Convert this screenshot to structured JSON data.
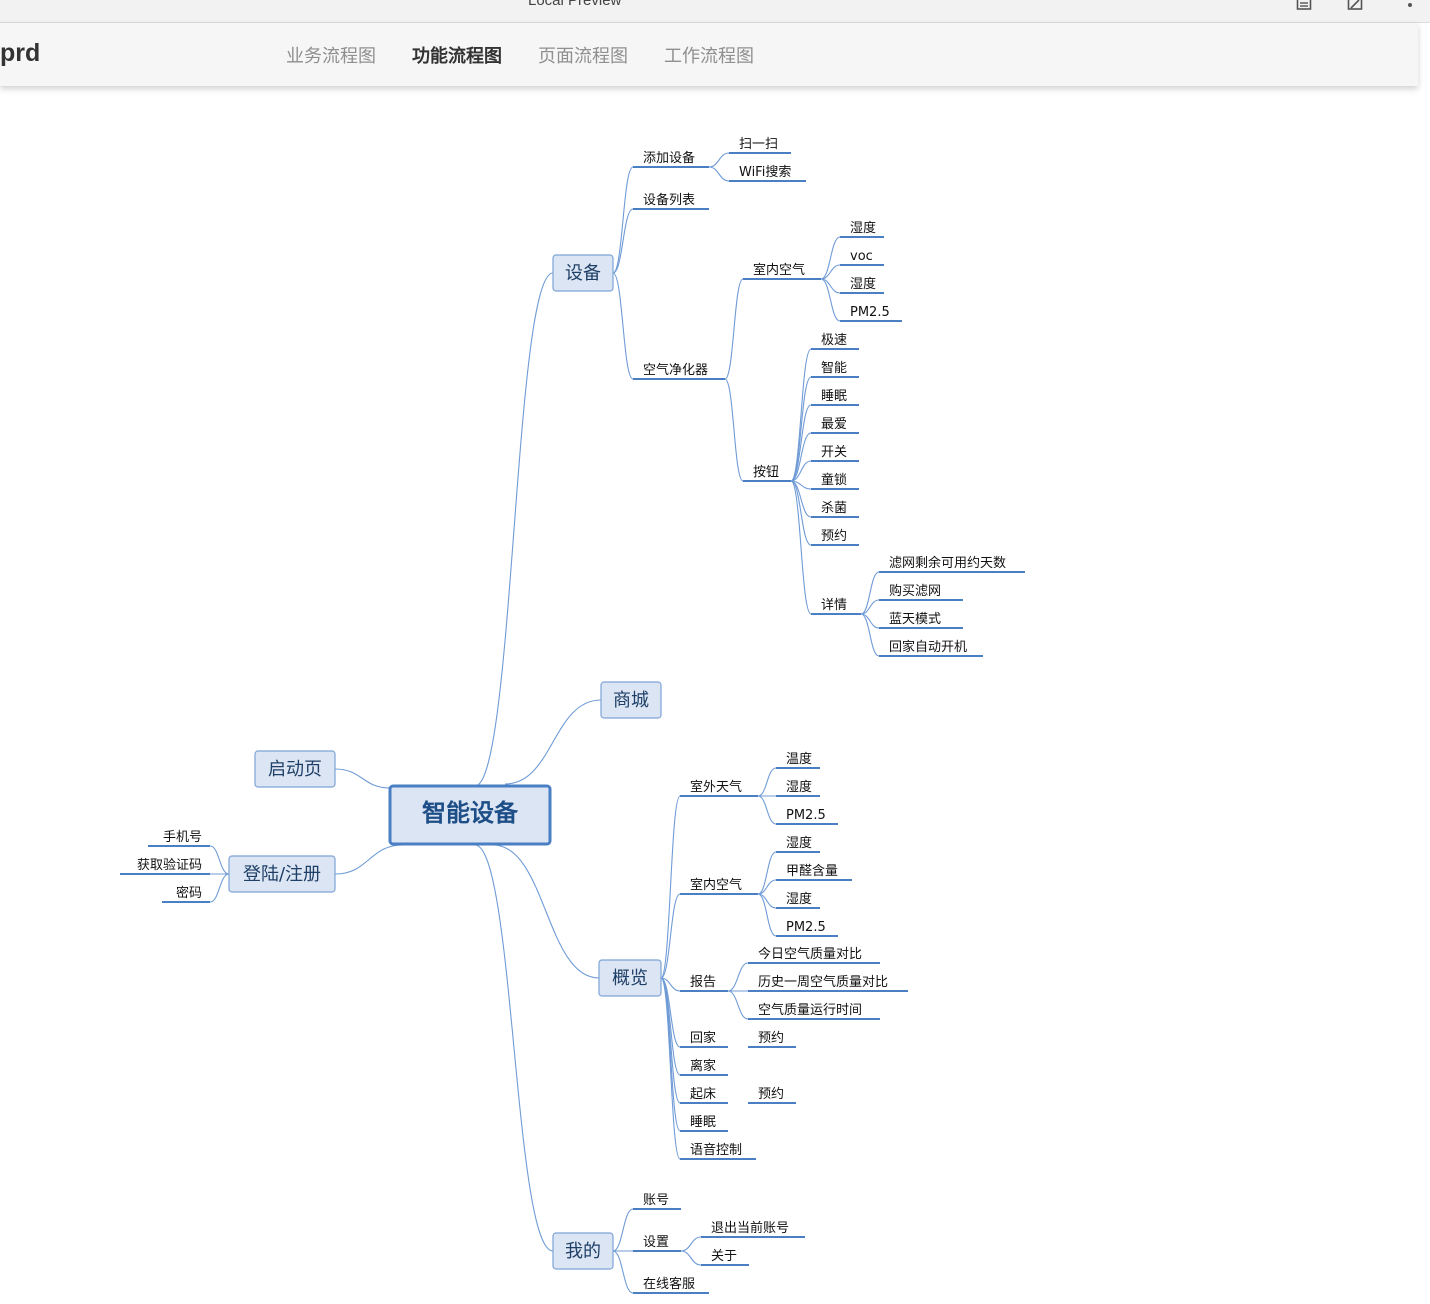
{
  "window": {
    "title": "Local Preview"
  },
  "window_icons": [
    "document-icon",
    "export-icon",
    "more-icon"
  ],
  "header": {
    "brand": "prd",
    "tabs": [
      {
        "label": "业务流程图",
        "active": false
      },
      {
        "label": "功能流程图",
        "active": true
      },
      {
        "label": "页面流程图",
        "active": false
      },
      {
        "label": "工作流程图",
        "active": false
      }
    ]
  },
  "colors": {
    "node_fill": "#dbe5f3",
    "node_border": "#7da3d6",
    "line": "#6f9bd6",
    "underline": "#4a7fc4"
  },
  "mindmap": {
    "label": "智能设备",
    "left": [
      {
        "label": "启动页",
        "children": []
      },
      {
        "label": "登陆/注册",
        "children": [
          {
            "label": "手机号"
          },
          {
            "label": "获取验证码"
          },
          {
            "label": "密码"
          }
        ]
      }
    ],
    "right": [
      {
        "label": "设备",
        "children": [
          {
            "label": "添加设备",
            "children": [
              {
                "label": "扫一扫"
              },
              {
                "label": "WiFi搜索"
              }
            ]
          },
          {
            "label": "设备列表"
          },
          {
            "label": "空气净化器",
            "children": [
              {
                "label": "室内空气",
                "children": [
                  {
                    "label": "湿度"
                  },
                  {
                    "label": "voc"
                  },
                  {
                    "label": "湿度"
                  },
                  {
                    "label": "PM2.5"
                  }
                ]
              },
              {
                "label": "按钮",
                "children": [
                  {
                    "label": "极速"
                  },
                  {
                    "label": "智能"
                  },
                  {
                    "label": "睡眠"
                  },
                  {
                    "label": "最爱"
                  },
                  {
                    "label": "开关"
                  },
                  {
                    "label": "童锁"
                  },
                  {
                    "label": "杀菌"
                  },
                  {
                    "label": "预约"
                  },
                  {
                    "label": "详情",
                    "children": [
                      {
                        "label": "滤网剩余可用约天数"
                      },
                      {
                        "label": "购买滤网"
                      },
                      {
                        "label": "蓝天模式"
                      },
                      {
                        "label": "回家自动开机"
                      }
                    ]
                  }
                ]
              }
            ]
          }
        ]
      },
      {
        "label": "商城",
        "children": []
      },
      {
        "label": "概览",
        "children": [
          {
            "label": "室外天气",
            "children": [
              {
                "label": "温度"
              },
              {
                "label": "湿度"
              },
              {
                "label": "PM2.5"
              }
            ]
          },
          {
            "label": "室内空气",
            "children": [
              {
                "label": "湿度"
              },
              {
                "label": "甲醛含量"
              },
              {
                "label": "湿度"
              },
              {
                "label": "PM2.5"
              }
            ]
          },
          {
            "label": "报告",
            "children": [
              {
                "label": "今日空气质量对比"
              },
              {
                "label": "历史一周空气质量对比"
              },
              {
                "label": "空气质量运行时间"
              }
            ]
          },
          {
            "label": "回家",
            "children": [
              {
                "label": "预约"
              }
            ]
          },
          {
            "label": "离家"
          },
          {
            "label": "起床",
            "children": [
              {
                "label": "预约"
              }
            ]
          },
          {
            "label": "睡眠"
          },
          {
            "label": "语音控制"
          }
        ]
      },
      {
        "label": "我的",
        "children": [
          {
            "label": "账号"
          },
          {
            "label": "设置",
            "children": [
              {
                "label": "退出当前账号"
              },
              {
                "label": "关于"
              }
            ]
          },
          {
            "label": "在线客服"
          }
        ]
      }
    ]
  }
}
